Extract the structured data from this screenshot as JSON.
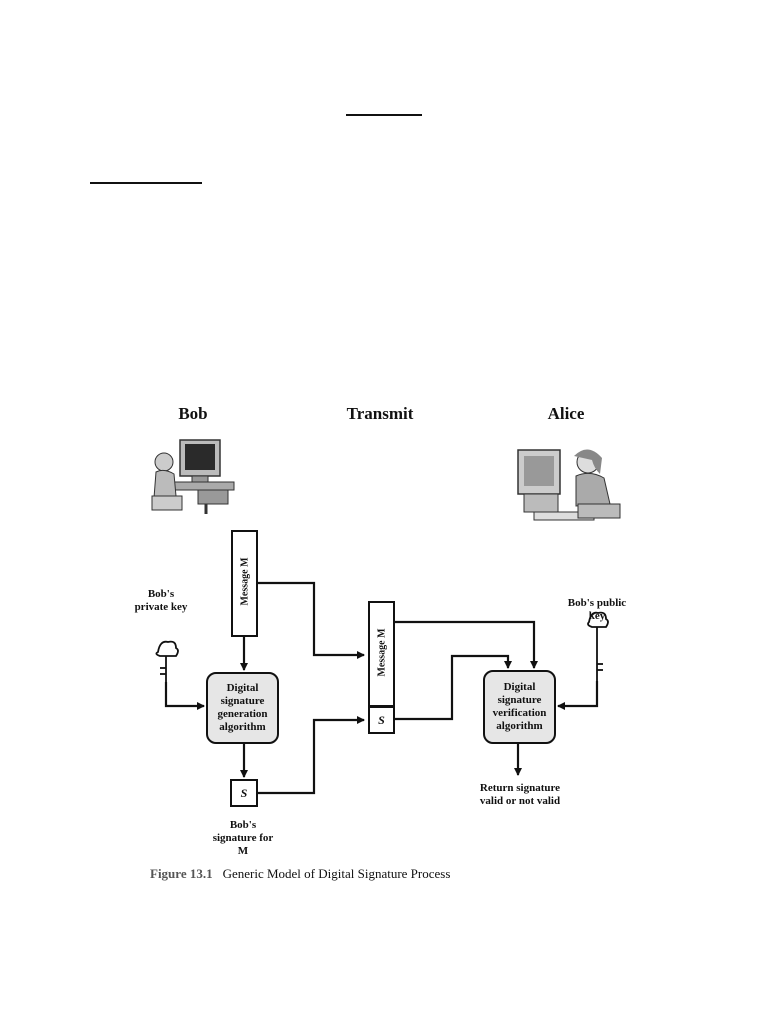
{
  "figure": {
    "columns": {
      "bob": "Bob",
      "transmit": "Transmit",
      "alice": "Alice"
    },
    "message_label": "Message M",
    "transmitted_message_label": "Message M",
    "signature_symbol": "S",
    "transmitted_signature_symbol": "S",
    "private_key_label": "Bob's private key",
    "public_key_label": "Bob's public key",
    "generation_algorithm": "Digital signature generation algorithm",
    "verification_algorithm": "Digital signature verification algorithm",
    "signature_label": "Bob's signature for M",
    "result_label": "Return signature valid or not valid",
    "caption_number": "Figure 13.1",
    "caption_text": "Generic Model of Digital Signature Process"
  }
}
